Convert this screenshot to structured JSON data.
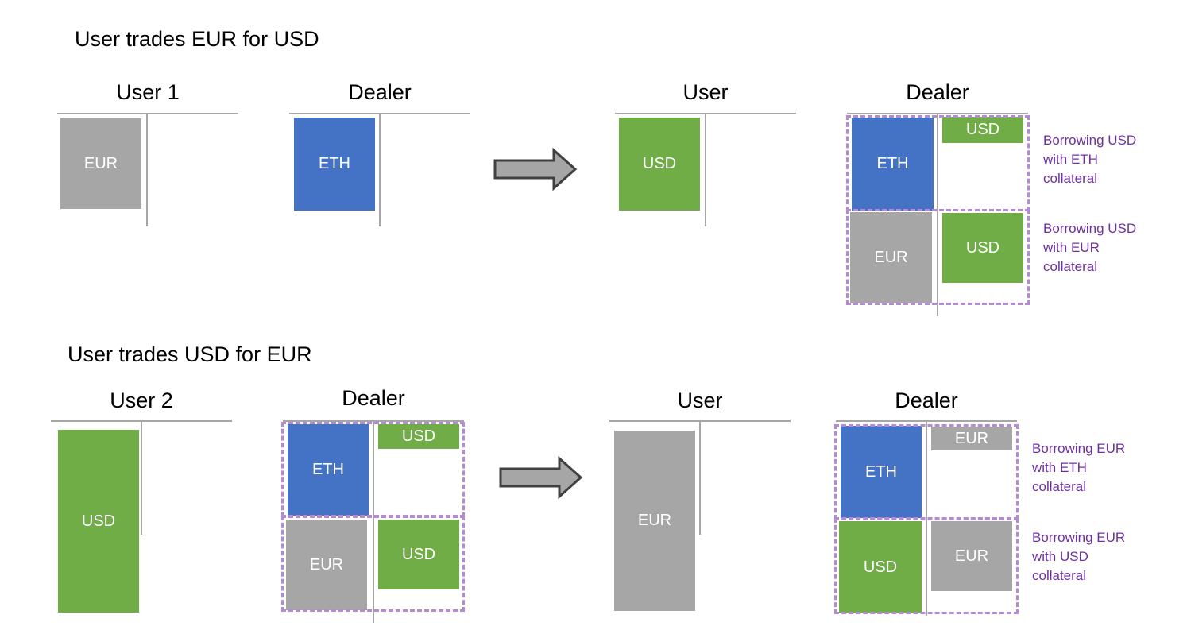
{
  "section1": {
    "title": "User trades EUR for USD",
    "before": {
      "user_label": "User 1",
      "user_asset": "EUR",
      "dealer_label": "Dealer",
      "dealer_asset": "ETH"
    },
    "after": {
      "user_label": "User",
      "user_asset": "USD",
      "dealer_label": "Dealer",
      "loan1": {
        "collateral": "ETH",
        "borrowed": "USD",
        "note": [
          "Borrowing USD",
          "with ETH",
          "collateral"
        ]
      },
      "loan2": {
        "collateral": "EUR",
        "borrowed": "USD",
        "note": [
          "Borrowing USD",
          "with EUR",
          "collateral"
        ]
      }
    }
  },
  "section2": {
    "title": "User trades USD for EUR",
    "before": {
      "user_label": "User 2",
      "user_asset": "USD",
      "dealer_label": "Dealer",
      "loan1": {
        "collateral": "ETH",
        "borrowed": "USD"
      },
      "loan2": {
        "collateral": "EUR",
        "borrowed": "USD"
      }
    },
    "after": {
      "user_label": "User",
      "user_asset": "EUR",
      "dealer_label": "Dealer",
      "loan1": {
        "collateral": "ETH",
        "borrowed": "EUR",
        "note": [
          "Borrowing EUR",
          "with ETH",
          "collateral"
        ]
      },
      "loan2": {
        "collateral": "USD",
        "borrowed": "EUR",
        "note": [
          "Borrowing EUR",
          "with USD",
          "collateral"
        ]
      }
    }
  },
  "colors": {
    "ETH": "#4472c4",
    "USD": "#70ad47",
    "EUR": "#a6a6a6",
    "loan_outline": "#b48ad6",
    "note_text": "#7030a0",
    "arrow": "#a6a6a6"
  }
}
